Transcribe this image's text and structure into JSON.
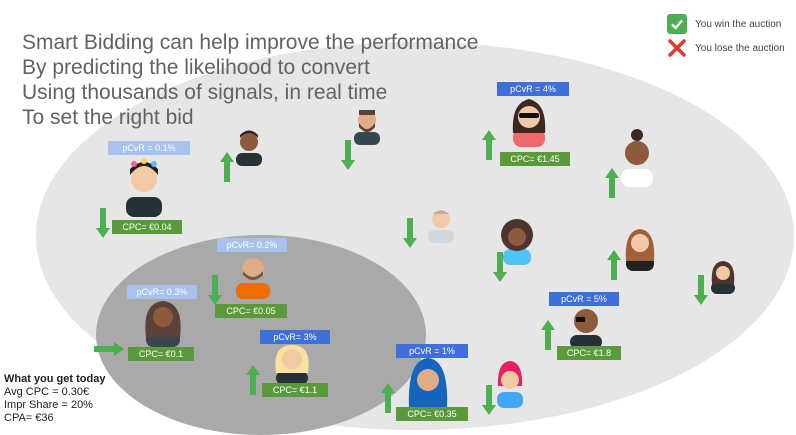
{
  "headline": [
    "Smart Bidding can help improve the performance",
    "By predicting the likelihood to convert",
    "Using thousands of signals, in real time",
    "To set the right bid"
  ],
  "legend": {
    "win": "You win the auction",
    "lose": "You lose the auction",
    "win_icon": "check-mark-icon",
    "lose_icon": "cross-mark-icon"
  },
  "labels": {
    "pcvr_1": "pCvR = 0.1%",
    "pcvr_2": "pCvR= 0.2%",
    "pcvr_3": "pCvR= 0.3%",
    "pcvr_4": "pCvR= 3%",
    "pcvr_5": "pCvR = 1%",
    "pcvr_6": "pCvR = 4%",
    "pcvr_7": "pCvR = 5%",
    "cpc_1": "CPC= €0.04",
    "cpc_2": "CPC= €0.05",
    "cpc_3": "CPC= €0.1",
    "cpc_4": "CPC= €1.1",
    "cpc_5": "CPC= €0.35",
    "cpc_6": "CPC= €1.45",
    "cpc_7": "CPC= €1.8"
  },
  "summary": {
    "title": "What you get today",
    "avg_cpc": "Avg CPC = 0.30€",
    "impr_share": "Impr Share = 20%",
    "cpa": "CPA= €36"
  },
  "colors": {
    "arrow_green": "#4caf50",
    "pcvr_light": "#a8c2f0",
    "pcvr_dark": "#3f6fd8",
    "cpc_green": "#5a9a3a",
    "lose_red": "#e53935"
  }
}
